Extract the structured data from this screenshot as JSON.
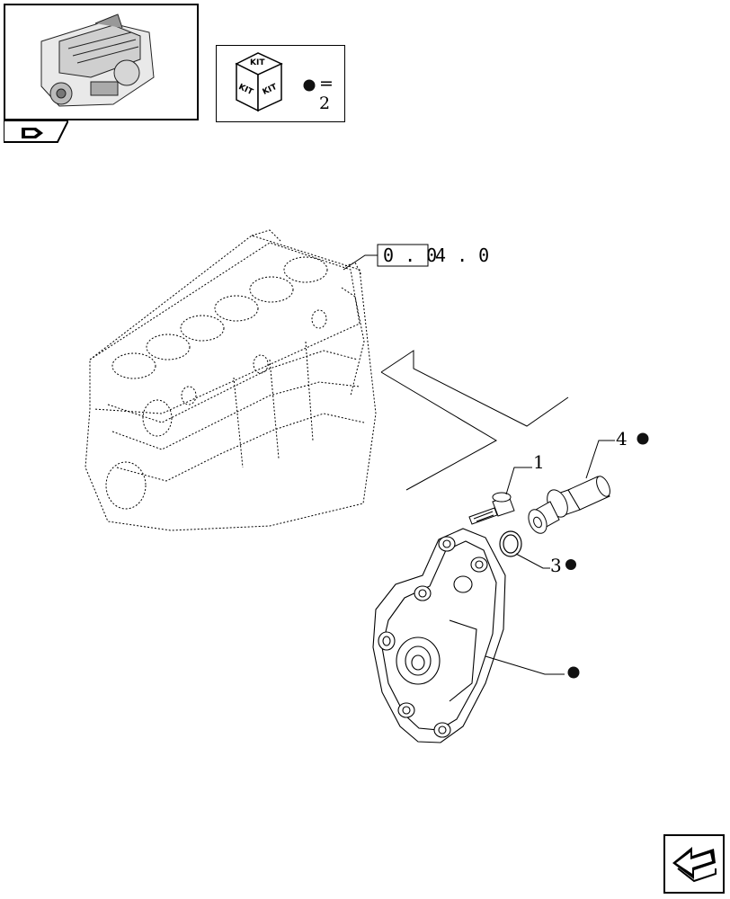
{
  "header": {
    "thumbnail_icon": "engine-thumbnail-icon",
    "nav_icon": "book-nav-icon"
  },
  "kit_legend": {
    "kit_label": "KIT",
    "kit_label_left": "KIT",
    "kit_label_right": "KIT",
    "equals_text": "= 2",
    "marker_icon": "kit-dot-icon"
  },
  "reference": {
    "boxed_part": "0 . 0",
    "suffix": "4 . 0"
  },
  "callouts": [
    {
      "label": "1"
    },
    {
      "label": "3"
    },
    {
      "label": "4"
    }
  ],
  "footer": {
    "nav_icon": "next-page-arrow-icon"
  },
  "colors": {
    "ink": "#000000",
    "marker": "#111111",
    "background": "#ffffff"
  }
}
